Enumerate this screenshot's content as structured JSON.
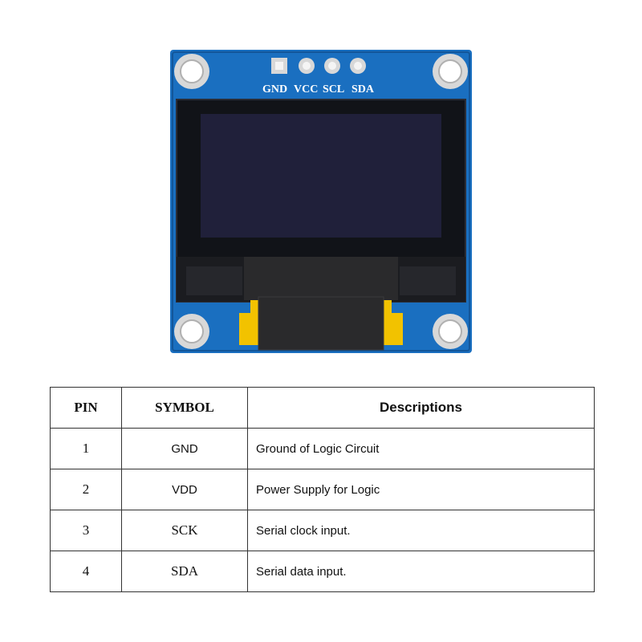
{
  "module": {
    "pin_labels": [
      "GND",
      "VCC",
      "SCL",
      "SDA"
    ],
    "colors": {
      "pcb": "#1a6fc0",
      "pcb_edge": "#12569a",
      "screen_frame": "#111318",
      "screen_active": "#20203a",
      "ribbon": "#2a2a2c",
      "kapton": "#f2c200",
      "mounting_hole": "#d8d8d8"
    }
  },
  "table": {
    "headers": {
      "pin": "PIN",
      "symbol": "SYMBOL",
      "description": "Descriptions"
    },
    "rows": [
      {
        "pin": "1",
        "symbol": "GND",
        "description": "Ground of Logic Circuit"
      },
      {
        "pin": "2",
        "symbol": "VDD",
        "description": "Power Supply for Logic"
      },
      {
        "pin": "3",
        "symbol": "SCK",
        "description": "Serial clock input."
      },
      {
        "pin": "4",
        "symbol": "SDA",
        "description": "Serial data input."
      }
    ]
  }
}
